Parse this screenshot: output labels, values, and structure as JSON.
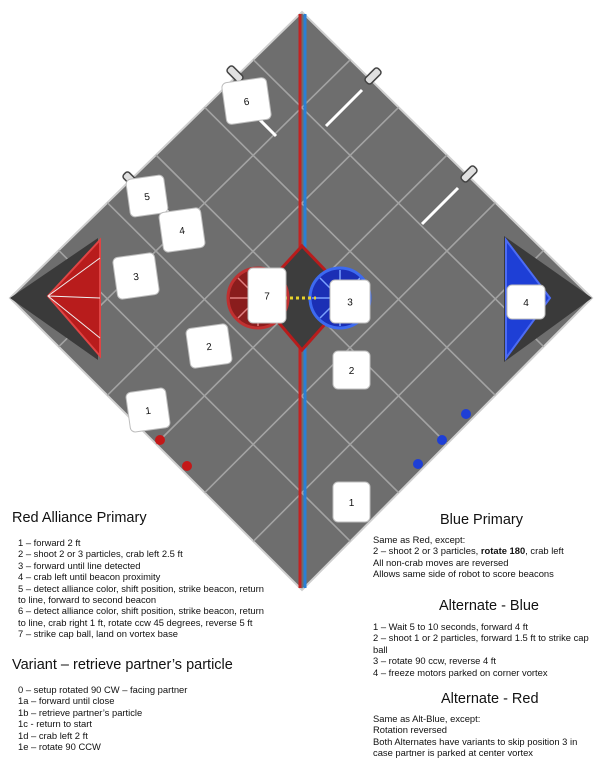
{
  "field": {
    "markers": [
      {
        "id": "m6",
        "label": "6"
      },
      {
        "id": "m5",
        "label": "5"
      },
      {
        "id": "m4a",
        "label": "4"
      },
      {
        "id": "m3a",
        "label": "3"
      },
      {
        "id": "m7",
        "label": "7"
      },
      {
        "id": "m3b",
        "label": "3"
      },
      {
        "id": "m4b",
        "label": "4"
      },
      {
        "id": "m2a",
        "label": "2"
      },
      {
        "id": "m2b",
        "label": "2"
      },
      {
        "id": "m1a",
        "label": "1"
      },
      {
        "id": "m1b",
        "label": "1"
      }
    ],
    "colors": {
      "red": "#b81c1c",
      "blue": "#1e3fd6",
      "floor": "#6e6e6e",
      "grid": "#9a9a9a",
      "dark": "#3a3a3a"
    }
  },
  "red_primary": {
    "title": "Red Alliance Primary",
    "steps": [
      "1 – forward 2 ft",
      "2 – shoot 2 or 3 particles, crab left 2.5 ft",
      "3 – forward until line detected",
      "4 – crab left until beacon proximity",
      "5 – detect alliance color, shift position, strike beacon, return to line, forward to second beacon",
      "6 – detect alliance color, shift position, strike beacon, return to line, crab right 1 ft, rotate ccw 45 degrees, reverse 5 ft",
      "7 – strike cap ball, land on vortex base"
    ]
  },
  "variant": {
    "title": "Variant – retrieve partner’s particle",
    "steps": [
      "0 – setup rotated 90 CW – facing partner",
      "1a – forward until close",
      "1b – retrieve partner’s particle",
      "1c  - return to start",
      "1d – crab left 2 ft",
      "1e – rotate 90 CCW"
    ]
  },
  "blue_primary": {
    "title": "Blue Primary",
    "intro": "Same as Red, except:",
    "line2_pre": "2 – shoot 2 or 3 particles, ",
    "line2_bold": "rotate 180",
    "line2_post": ", crab left",
    "line3": "All non-crab moves are reversed",
    "line4": "Allows same side of robot to score beacons"
  },
  "alt_blue": {
    "title": "Alternate - Blue",
    "steps": [
      "1 – Wait 5 to 10 seconds, forward 4 ft",
      "2 – shoot 1 or 2 particles, forward 1.5 ft to strike cap ball",
      "3 – rotate 90 ccw, reverse 4 ft",
      "4 – freeze motors parked on corner vortex"
    ]
  },
  "alt_red": {
    "title": "Alternate - Red",
    "lines": [
      "Same as Alt-Blue, except:",
      "Rotation reversed",
      "Both Alternates have variants to skip position 3 in case partner is parked at center vortex"
    ]
  }
}
